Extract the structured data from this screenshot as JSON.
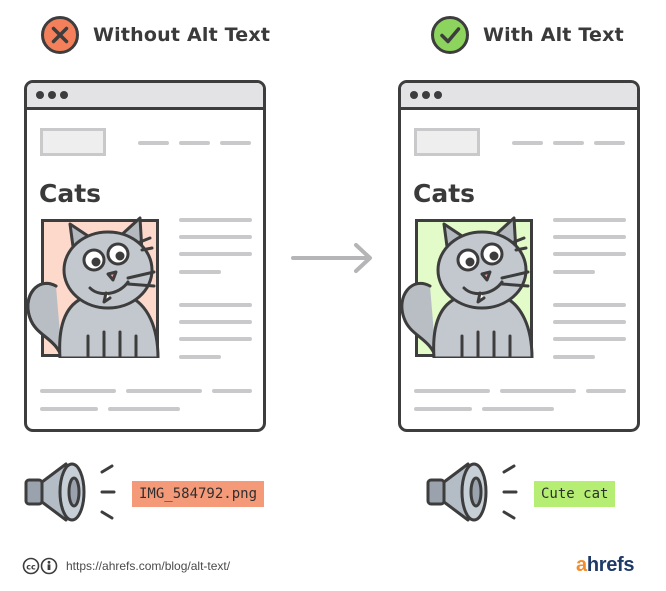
{
  "left": {
    "header": "Without Alt Text",
    "status_color": "#f3805b",
    "status_icon": "x-icon",
    "page_title": "Cats",
    "image_bg": "#fdd9cc",
    "alt_label": "IMG_584792.png",
    "alt_label_bg": "#f59a79"
  },
  "right": {
    "header": "With Alt Text",
    "status_color": "#8cd45d",
    "status_icon": "check-icon",
    "page_title": "Cats",
    "image_bg": "#e2fbc8",
    "alt_label": "Cute cat",
    "alt_label_bg": "#b5ee72"
  },
  "icons": {
    "arrow": "arrow-right-icon",
    "speaker": "speaker-icon",
    "license": "creative-commons-icon"
  },
  "footer": {
    "url": "https://ahrefs.com/blog/alt-text/",
    "brand_a": "a",
    "brand_rest": "hrefs",
    "brand_accent": "#f48c2a",
    "brand_color": "#1e3a66"
  }
}
